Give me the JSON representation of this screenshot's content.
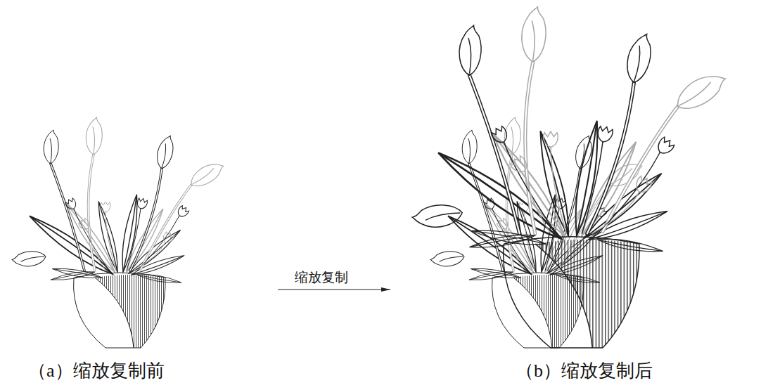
{
  "diagram": {
    "nodes": [
      {
        "text": [
          "（a）缩放复制前"
        ]
      },
      {
        "text": [
          "（b）缩放复制后"
        ]
      }
    ],
    "edges": [
      {
        "from": 0,
        "to": 1,
        "arrow": "to",
        "label": "缩放复制"
      }
    ]
  }
}
